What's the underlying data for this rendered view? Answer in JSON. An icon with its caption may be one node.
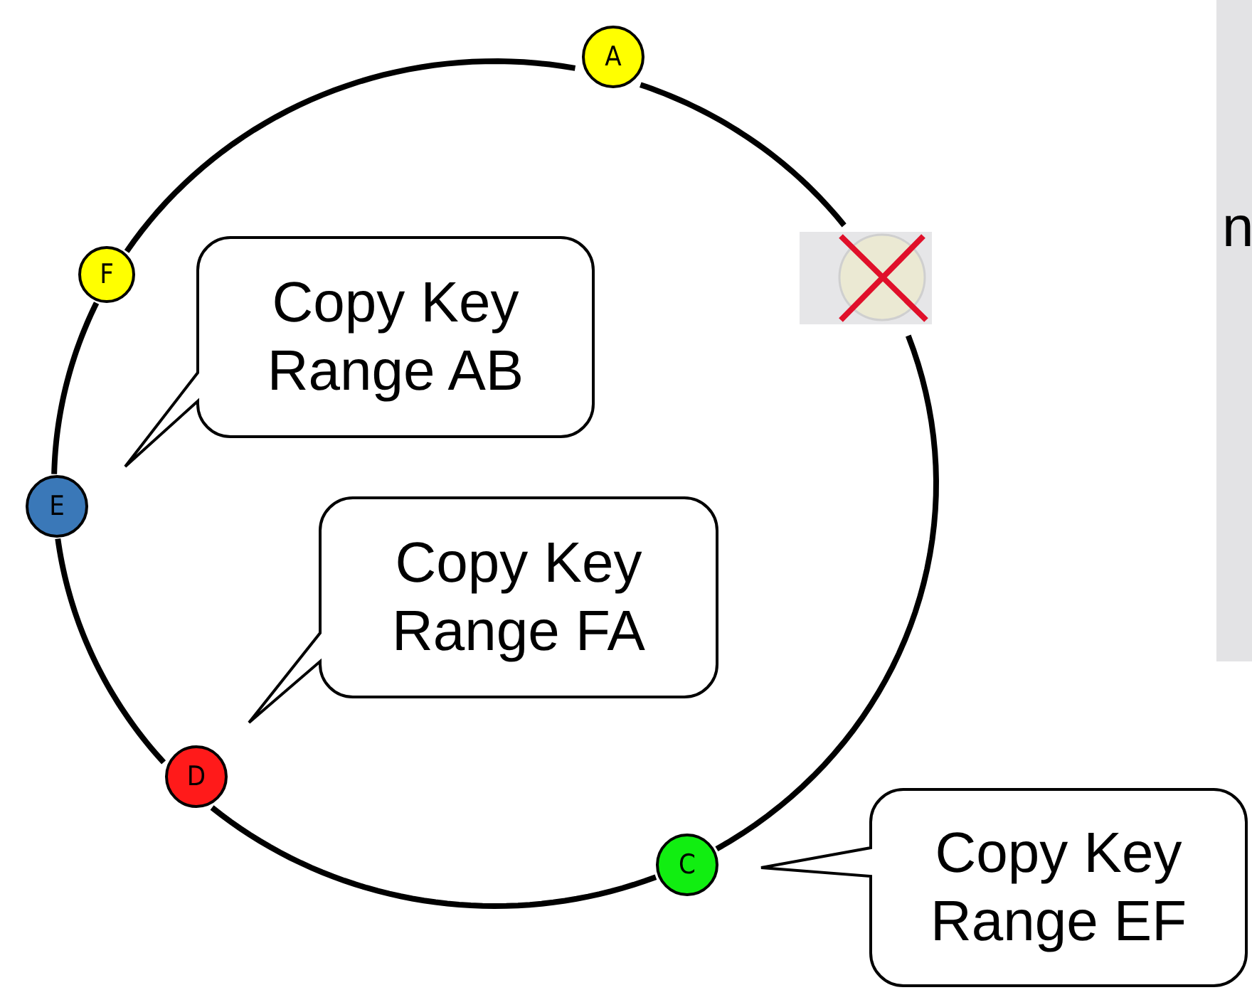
{
  "diagram": {
    "nodes": [
      {
        "text": [
          "A"
        ]
      },
      {
        "text": [
          "F"
        ]
      },
      {
        "text": [],
        "shape": "circle"
      },
      {
        "text": [
          "Copy Key Range AB"
        ]
      },
      {
        "text": [
          "E"
        ]
      },
      {
        "text": [
          "Copy Key Range FA"
        ]
      },
      {
        "text": [
          "D"
        ]
      },
      {
        "text": [
          "C"
        ]
      },
      {
        "text": [
          "Copy Key Range EF"
        ]
      },
      {
        "text": [
          "n"
        ]
      }
    ],
    "edges": [
      {
        "from": 0,
        "to": 2,
        "arrow": "none"
      },
      {
        "from": 2,
        "to": 7,
        "arrow": "none"
      },
      {
        "from": 7,
        "to": 6,
        "arrow": "none"
      },
      {
        "from": 6,
        "to": 4,
        "arrow": "none"
      },
      {
        "from": 4,
        "to": 1,
        "arrow": "none"
      },
      {
        "from": 1,
        "to": 0,
        "arrow": "none"
      }
    ]
  }
}
